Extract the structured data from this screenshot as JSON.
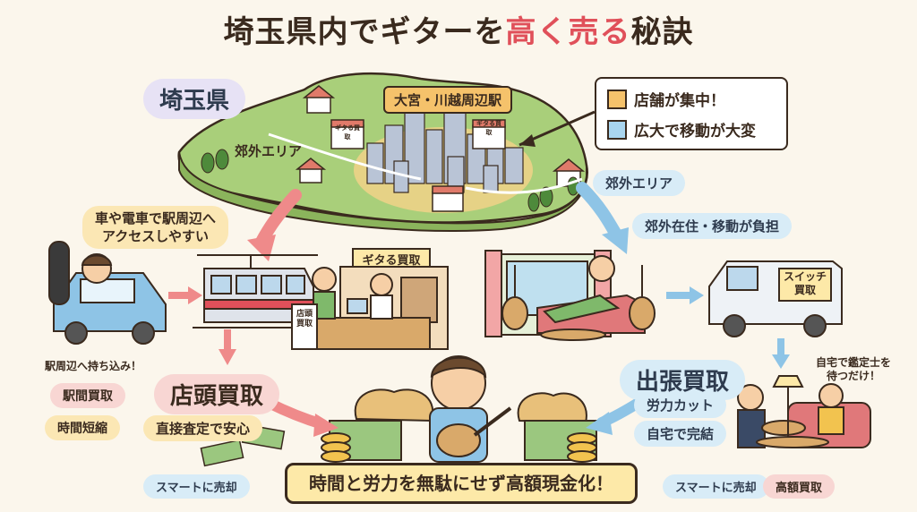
{
  "title": {
    "part1": "埼玉県内でギターを",
    "highlight": "高く売る",
    "part2": "秘訣"
  },
  "map": {
    "region_label": "埼玉県",
    "center_label": "大宮・川越周辺駅",
    "suburb_left": "郊外エリア",
    "suburb_right": "郊外エリア",
    "shop_sign_1": "ギタる買取",
    "shop_sign_2": "ギタる買取"
  },
  "legend": {
    "item1": "店舗が集中！",
    "item2": "広大で移動が大変",
    "color1": "#f5c26b",
    "color2": "#a9d5ef"
  },
  "left_flow": {
    "access_note": "車や電車で駅周辺へ\nアクセスしやすい",
    "shop_sign": "ギタる買取",
    "stand_sign": "店頭買取",
    "bring_in_note": "駅周辺へ持ち込み！",
    "tag1": "駅間買取",
    "tag2": "時間短縮",
    "method_title": "店頭買取",
    "method_sub": "直接査定で安心",
    "smart": "スマートに売却"
  },
  "right_flow": {
    "burden_note": "郊外在住・移動が負担",
    "van_sign": "スイッチ\n買取",
    "wait_note": "自宅で鑑定士を\n待つだけ！",
    "method_title": "出張買取",
    "sub1": "労力カット",
    "sub2": "自宅で完結",
    "smart": "スマートに売却",
    "tag": "高額買取"
  },
  "banner": "時間と労力を無駄にせず高額現金化！",
  "colors": {
    "accent_red": "#e0505a",
    "pink": "#f8d6d3",
    "blue": "#d8ecf7",
    "yellow": "#fbe7b4",
    "map_green": "#a9cf7a"
  }
}
